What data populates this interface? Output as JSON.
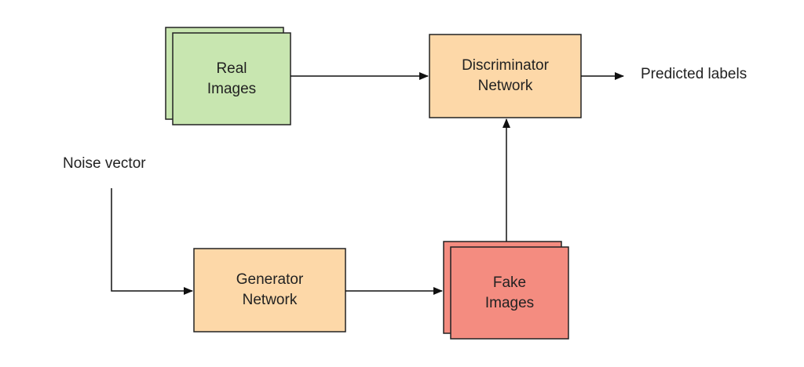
{
  "nodes": {
    "real_images": {
      "label": "Real\nImages",
      "color": "#c8e6b0"
    },
    "discriminator": {
      "label": "Discriminator\nNetwork",
      "color": "#fdd8a8"
    },
    "generator": {
      "label": "Generator\nNetwork",
      "color": "#fdd8a8"
    },
    "fake_images": {
      "label": "Fake\nImages",
      "color": "#f48c80"
    }
  },
  "labels": {
    "noise_vector": "Noise vector",
    "predicted_labels": "Predicted labels"
  },
  "colors": {
    "stroke": "#222222",
    "edge": "#111111"
  }
}
